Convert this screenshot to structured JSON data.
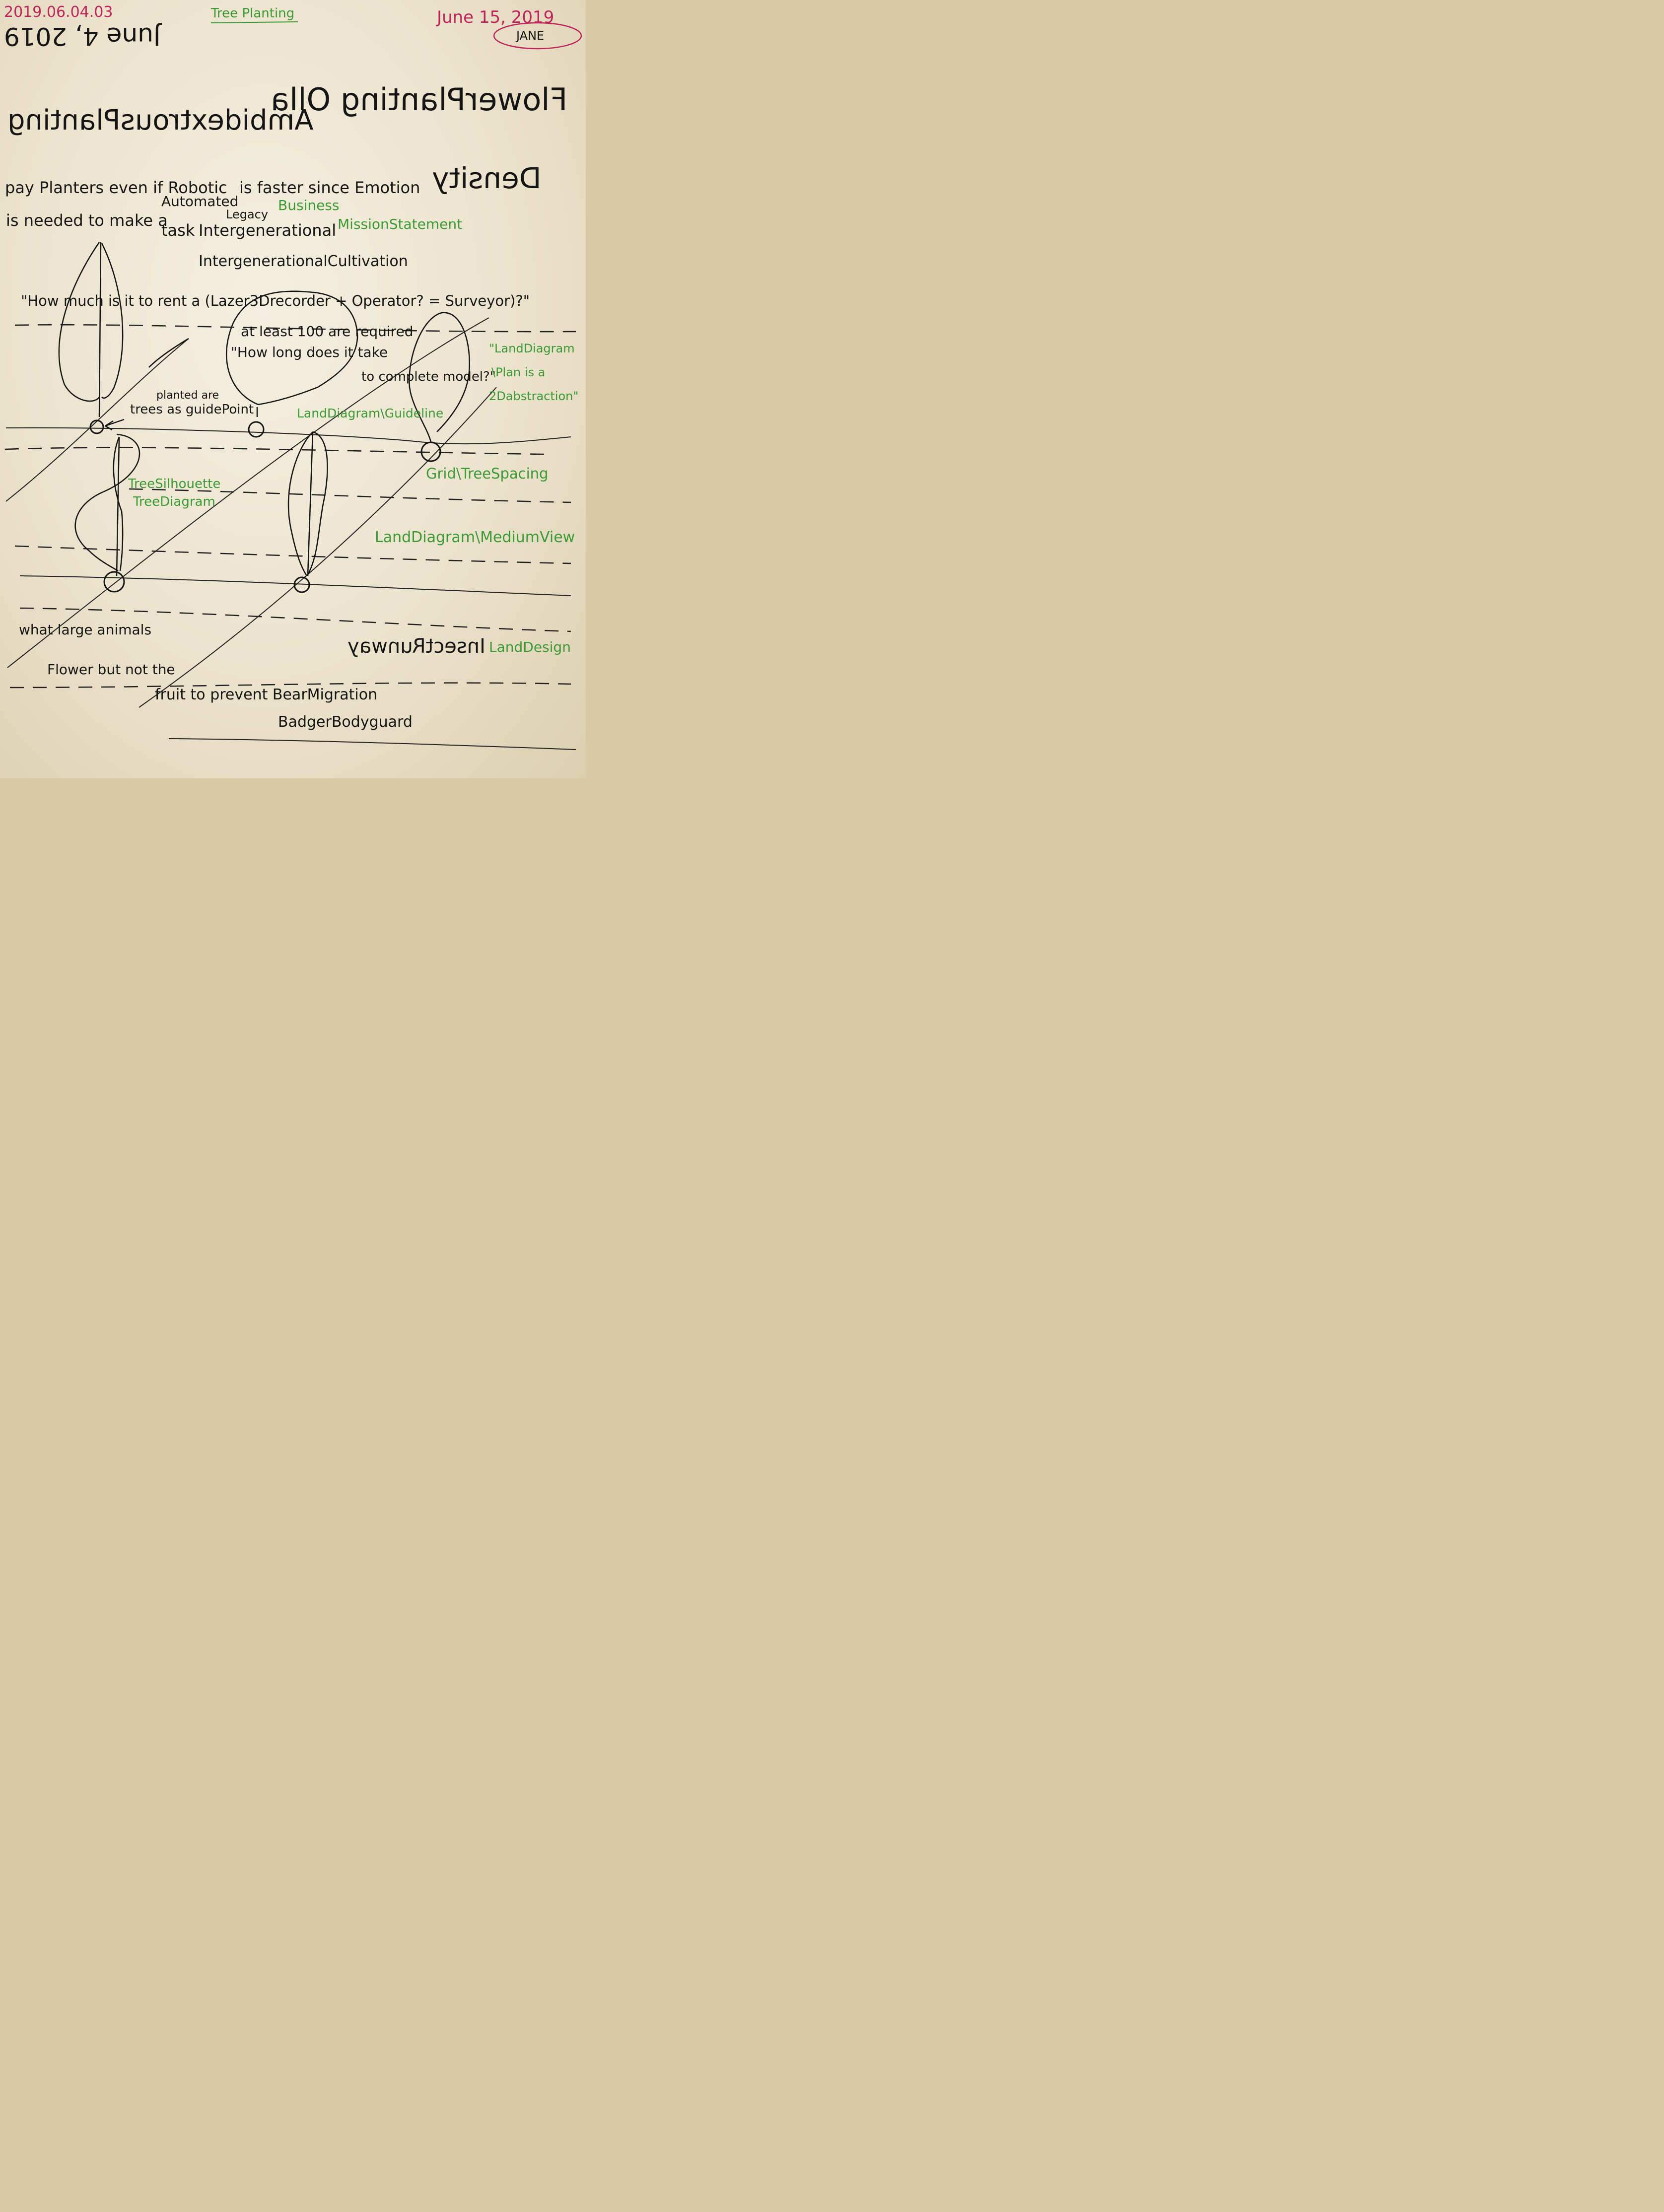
{
  "header": {
    "date_code": "2019.06.04.03",
    "mirrored_date": "June 4, 2019",
    "topic_tag": "Tree Planting",
    "date_right": "June 15, 2019",
    "initials": "JANE"
  },
  "mirrored_words": {
    "flower_olla": "FlowerPlanting Olla",
    "ambidextrous": "AmbidextrousPlanting",
    "density": "Density",
    "insect": "InsectRunway"
  },
  "notes": {
    "line1_a": "pay Planters even if Robotic",
    "line1_b": "is faster since Emotion",
    "automated": "Automated",
    "business": "Business",
    "line2": "is needed to make a",
    "task": "task",
    "legacy": "Legacy",
    "intergen": "Intergenerational",
    "mission": "MissionStatement",
    "cultivation": "IntergenerationalCultivation",
    "quote_rent": "\"How much is it to rent a (Lazer3Drecorder + Operator? = Surveyor)?\"",
    "at_least": "at least 100 are required",
    "how_long": "\"How long does it take",
    "to_complete": "to complete model?\"",
    "planted_are": "planted are",
    "trees_guide": "trees as guidePoint",
    "land_guideline": "LandDiagram\\Guideline",
    "land_plan_1": "\"LandDiagram",
    "land_plan_2": "\\Plan is a",
    "land_plan_3": "2Dabstraction\"",
    "grid": "Grid\\TreeSpacing",
    "silhouette": "TreeSilhouette",
    "tree_diagram": "TreeDiagram",
    "medium_view": "LandDiagram\\MediumView",
    "large_animals": "what large animals",
    "flower_not": "Flower but not the",
    "fruit": "fruit to prevent BearMigration",
    "badger": "BadgerBodyguard",
    "land_design": "LandDesign"
  },
  "colors": {
    "ink": "#151515",
    "green_pen": "#3c9a34",
    "magenta_pen": "#c0245a",
    "paper": "#efe7d3"
  }
}
